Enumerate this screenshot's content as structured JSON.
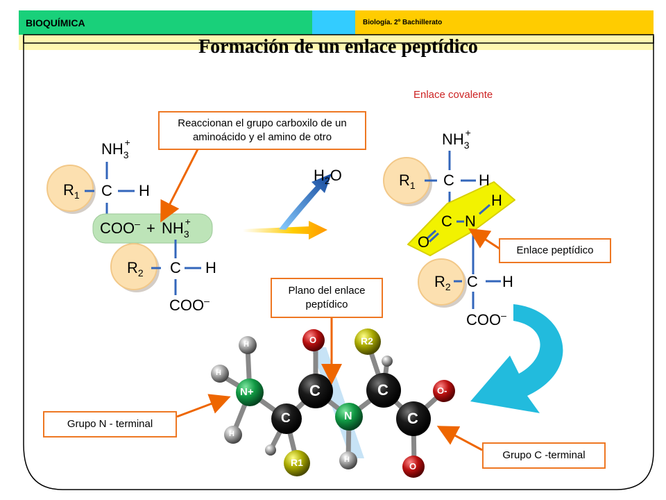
{
  "header": {
    "subject": "BIOQUÍMICA",
    "course": "Biología. 2º Bachillerato"
  },
  "title": "Formación de un enlace peptídico",
  "left_molecules": {
    "aa1_top": "NH",
    "aa1_top_sub": "3",
    "aa1_top_sup": "+",
    "r1": "R",
    "r1_sub": "1",
    "c": "C",
    "h": "H",
    "coo": "COO",
    "coo_sup": "–",
    "plus": "+",
    "nh3": "NH",
    "nh3_sub": "3",
    "nh3_sup": "+",
    "r2": "R",
    "r2_sub": "2",
    "c2": "C",
    "h2": "H",
    "coo2": "COO",
    "coo2_sup": "–"
  },
  "water": {
    "h": "H",
    "sub": "2",
    "o": "O"
  },
  "dipeptide": {
    "nh3": "NH",
    "nh3_sub": "3",
    "nh3_sup": "+",
    "r1": "R",
    "r1_sub": "1",
    "c_top": "C",
    "h_top": "H",
    "c_mid": "C",
    "n_mid": "N",
    "h_n": "H",
    "o": "O",
    "r2": "R",
    "r2_sub": "2",
    "c_bot": "C",
    "h_bot": "H",
    "coo": "COO",
    "coo_sup": "–"
  },
  "labels": {
    "covalent": "Enlace covalente",
    "react": "Reaccionan el grupo carboxilo de un aminoácido y el amino de otro",
    "peptide_bond": "Enlace peptídico",
    "plane": "Plano del enlace peptídico",
    "n_terminal": "Grupo N - terminal",
    "c_terminal": "Grupo C -terminal"
  },
  "model_atoms": {
    "h": "H",
    "n_plus": "N+",
    "n": "N",
    "c": "C",
    "o": "O",
    "o_minus": "O-",
    "r1": "R1",
    "r2": "R2"
  },
  "colors": {
    "header_green": "#19d07a",
    "header_cyan": "#33ccff",
    "header_yellow": "#ffcc00",
    "callout_border": "#ee7722",
    "bond_blue": "#3366bb",
    "r_group": "#fce0b0",
    "highlight_green": "#bde4b8",
    "highlight_yellow": "#f2f200",
    "arrow_teal": "#22bbdd"
  }
}
